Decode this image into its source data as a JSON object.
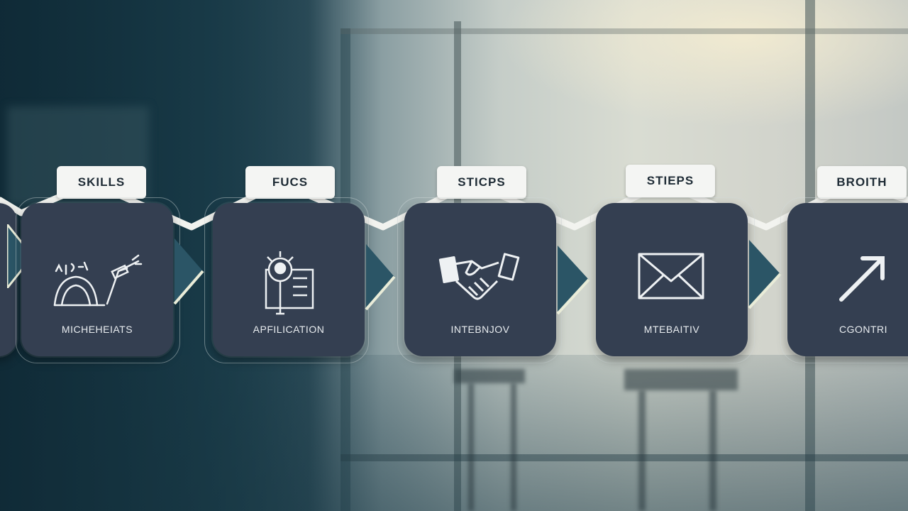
{
  "steps": [
    {
      "tab": "SKILLS",
      "caption": "MICHEHEIATS",
      "icon": "sketch-tools-icon"
    },
    {
      "tab": "FUCS",
      "caption": "APFILICATION",
      "icon": "document-badge-icon"
    },
    {
      "tab": "STICPS",
      "caption": "INTEBNJOV",
      "icon": "handshake-icon"
    },
    {
      "tab": "STIEPS",
      "caption": "MTEBAITIV",
      "icon": "envelope-icon"
    },
    {
      "tab": "BROITH",
      "caption": "CGONTRI",
      "icon": "arrow-up-right-icon"
    }
  ],
  "colors": {
    "card": "#343f51",
    "tab": "#f4f5f3",
    "arrow": "#2b5566",
    "connector": "#f2f3ef"
  }
}
